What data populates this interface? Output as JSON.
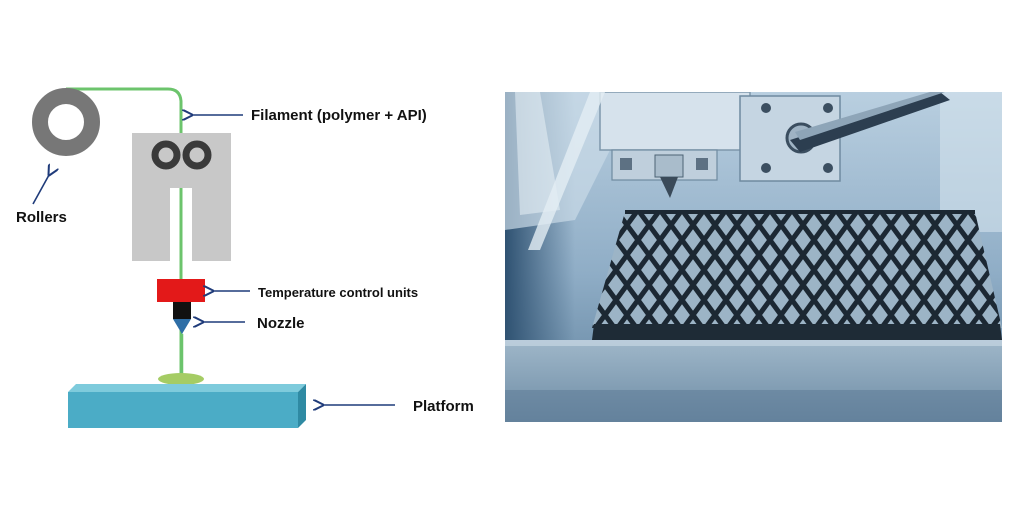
{
  "labels": {
    "filament": "Filament (polymer + API)",
    "rollers": "Rollers",
    "temperature": "Temperature control units",
    "nozzle": "Nozzle",
    "platform": "Platform"
  },
  "colors": {
    "filament": "#6cc46c",
    "roller": "#777777",
    "housing": "#c8c8c8",
    "heater": "#e31919",
    "nozzle_tip": "#2e6ea6",
    "deposit": "#a5cc64",
    "platform_front": "#4bacc6",
    "platform_top": "#7ecbdc",
    "platform_side": "#2f8aa3",
    "arrow": "#1f3b7a"
  },
  "photo": {
    "subject": "3d-printed-lattice-object"
  }
}
